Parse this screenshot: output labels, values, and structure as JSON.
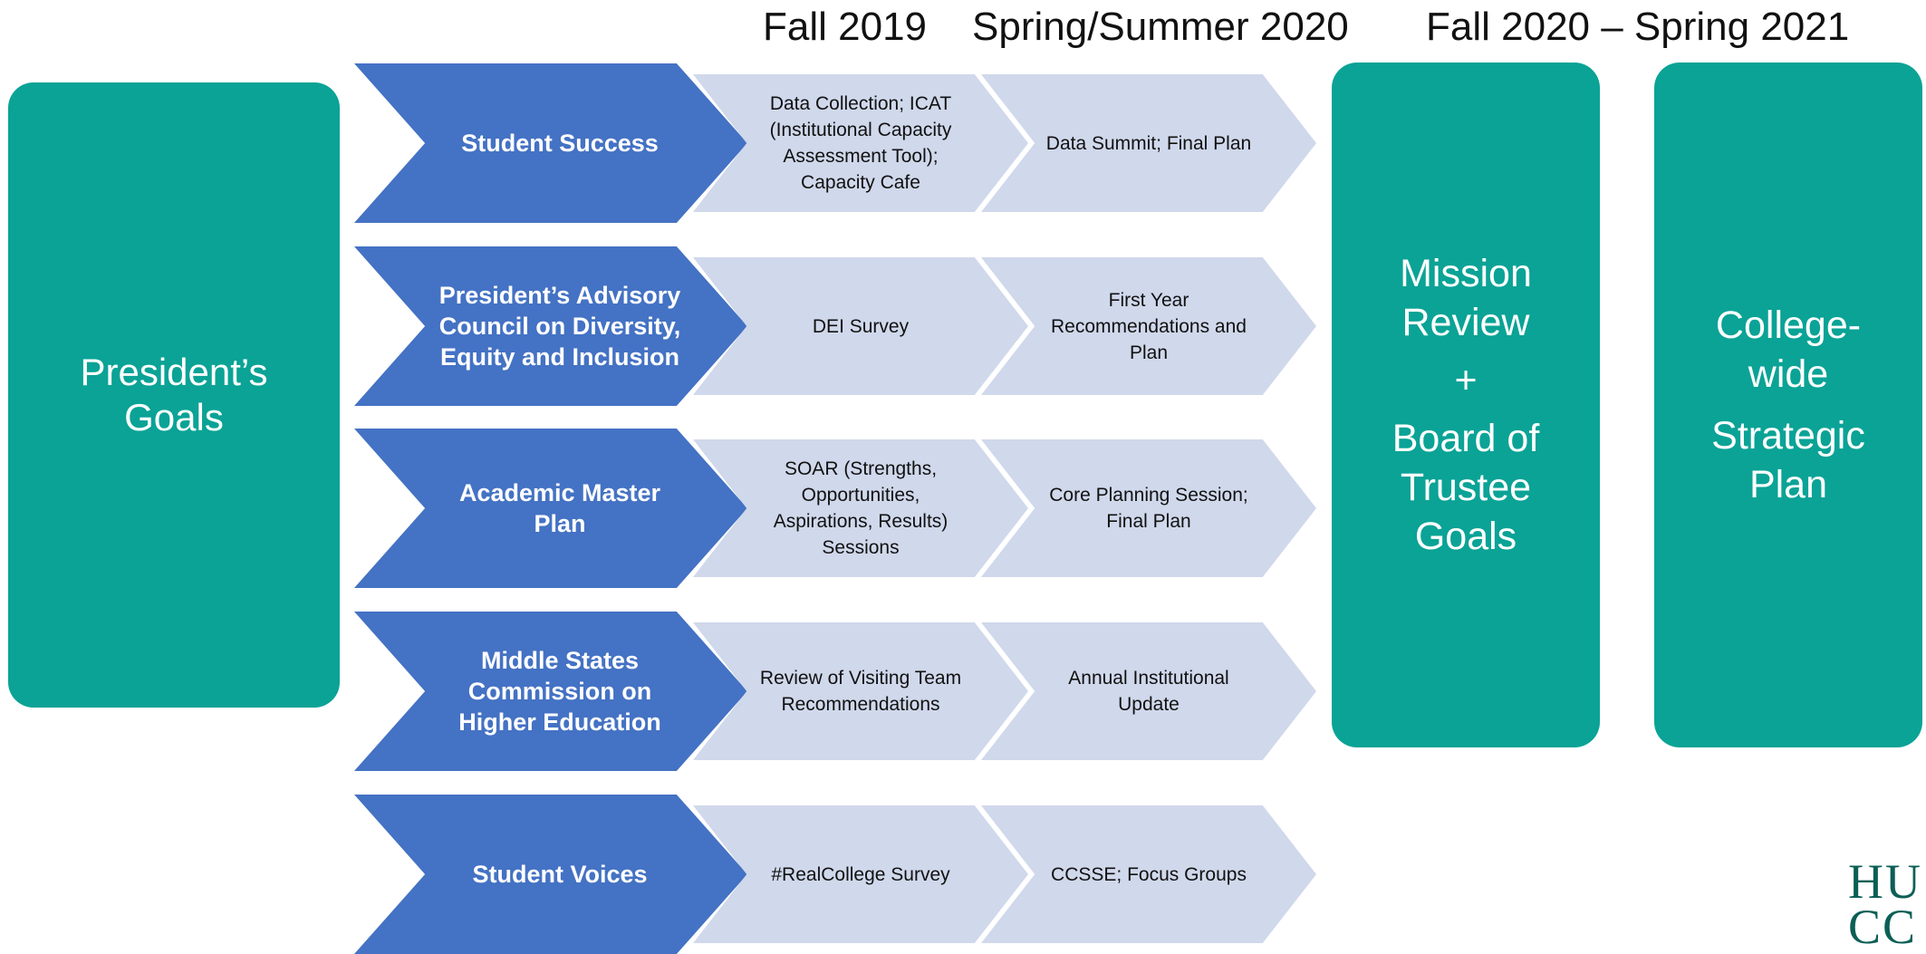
{
  "headers": [
    "Fall 2019",
    "Spring/Summer 2020",
    "Fall 2020 – Spring 2021"
  ],
  "presidents_goals": "President’s Goals",
  "rows": [
    {
      "main": "Student Success",
      "fall2019": "Data Collection; ICAT (Institutional Capacity Assessment Tool); Capacity Cafe",
      "spring2020": "Data Summit; Final Plan"
    },
    {
      "main": "President’s Advisory Council on Diversity, Equity and Inclusion",
      "fall2019": "DEI Survey",
      "spring2020": "First Year Recommendations and Plan"
    },
    {
      "main": "Academic Master Plan",
      "fall2019": "SOAR (Strengths, Opportunities, Aspirations, Results) Sessions",
      "spring2020": "Core Planning Session; Final Plan"
    },
    {
      "main": "Middle States Commission on Higher Education",
      "fall2019": "Review of Visiting Team Recommendations",
      "spring2020": "Annual Institutional Update"
    },
    {
      "main": "Student Voices",
      "fall2019": "#RealCollege Survey",
      "spring2020": "CCSSE; Focus Groups"
    }
  ],
  "mission_box": {
    "line1": "Mission Review",
    "plus": "+",
    "line2": "Board of Trustee Goals"
  },
  "strategic_box": {
    "line1": "College-wide",
    "line2": "Strategic Plan"
  },
  "logo_text": "HU CC",
  "colors": {
    "teal": "#0aa396",
    "chevron_blue": "#4472c4",
    "chevron_light": "#d0d8eb",
    "logo": "#0b5f55"
  }
}
